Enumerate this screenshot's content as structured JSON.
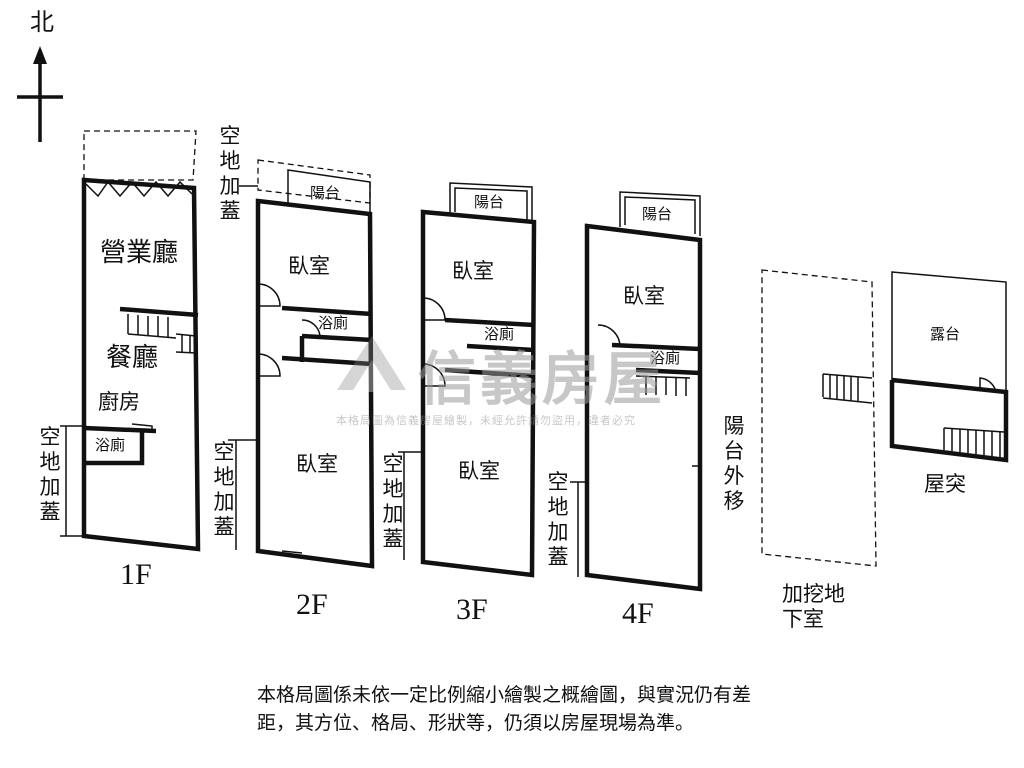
{
  "compass": {
    "north_label": "北"
  },
  "floors": {
    "f1": {
      "name": "1F",
      "rooms": [
        "營業廳",
        "餐廳",
        "廚房",
        "浴廁"
      ],
      "addition": "空地加蓋"
    },
    "f2": {
      "name": "2F",
      "rooms": [
        "陽台",
        "臥室",
        "浴廁",
        "臥室"
      ],
      "addition": "空地加蓋",
      "top_addition": "空地加蓋"
    },
    "f3": {
      "name": "3F",
      "rooms": [
        "陽台",
        "臥室",
        "浴廁",
        "臥室"
      ],
      "addition": "空地加蓋"
    },
    "f4": {
      "name": "4F",
      "rooms": [
        "陽台",
        "臥室",
        "浴廁"
      ],
      "addition": "空地加蓋",
      "balcony_note": "陽台外移"
    },
    "basement": {
      "name": "加挖地下室"
    },
    "roof": {
      "name": "屋突",
      "rooms": [
        "露台"
      ]
    }
  },
  "watermark": {
    "brand": "信義房屋",
    "notice": "本格局圖為信義房屋繪製，未經允許請勿盜用，違者必究"
  },
  "disclaimer": "本格局圖係未依一定比例縮小繪製之概繪圖，與實況仍有差距，其方位、格局、形狀等，仍須以房屋現場為準。"
}
